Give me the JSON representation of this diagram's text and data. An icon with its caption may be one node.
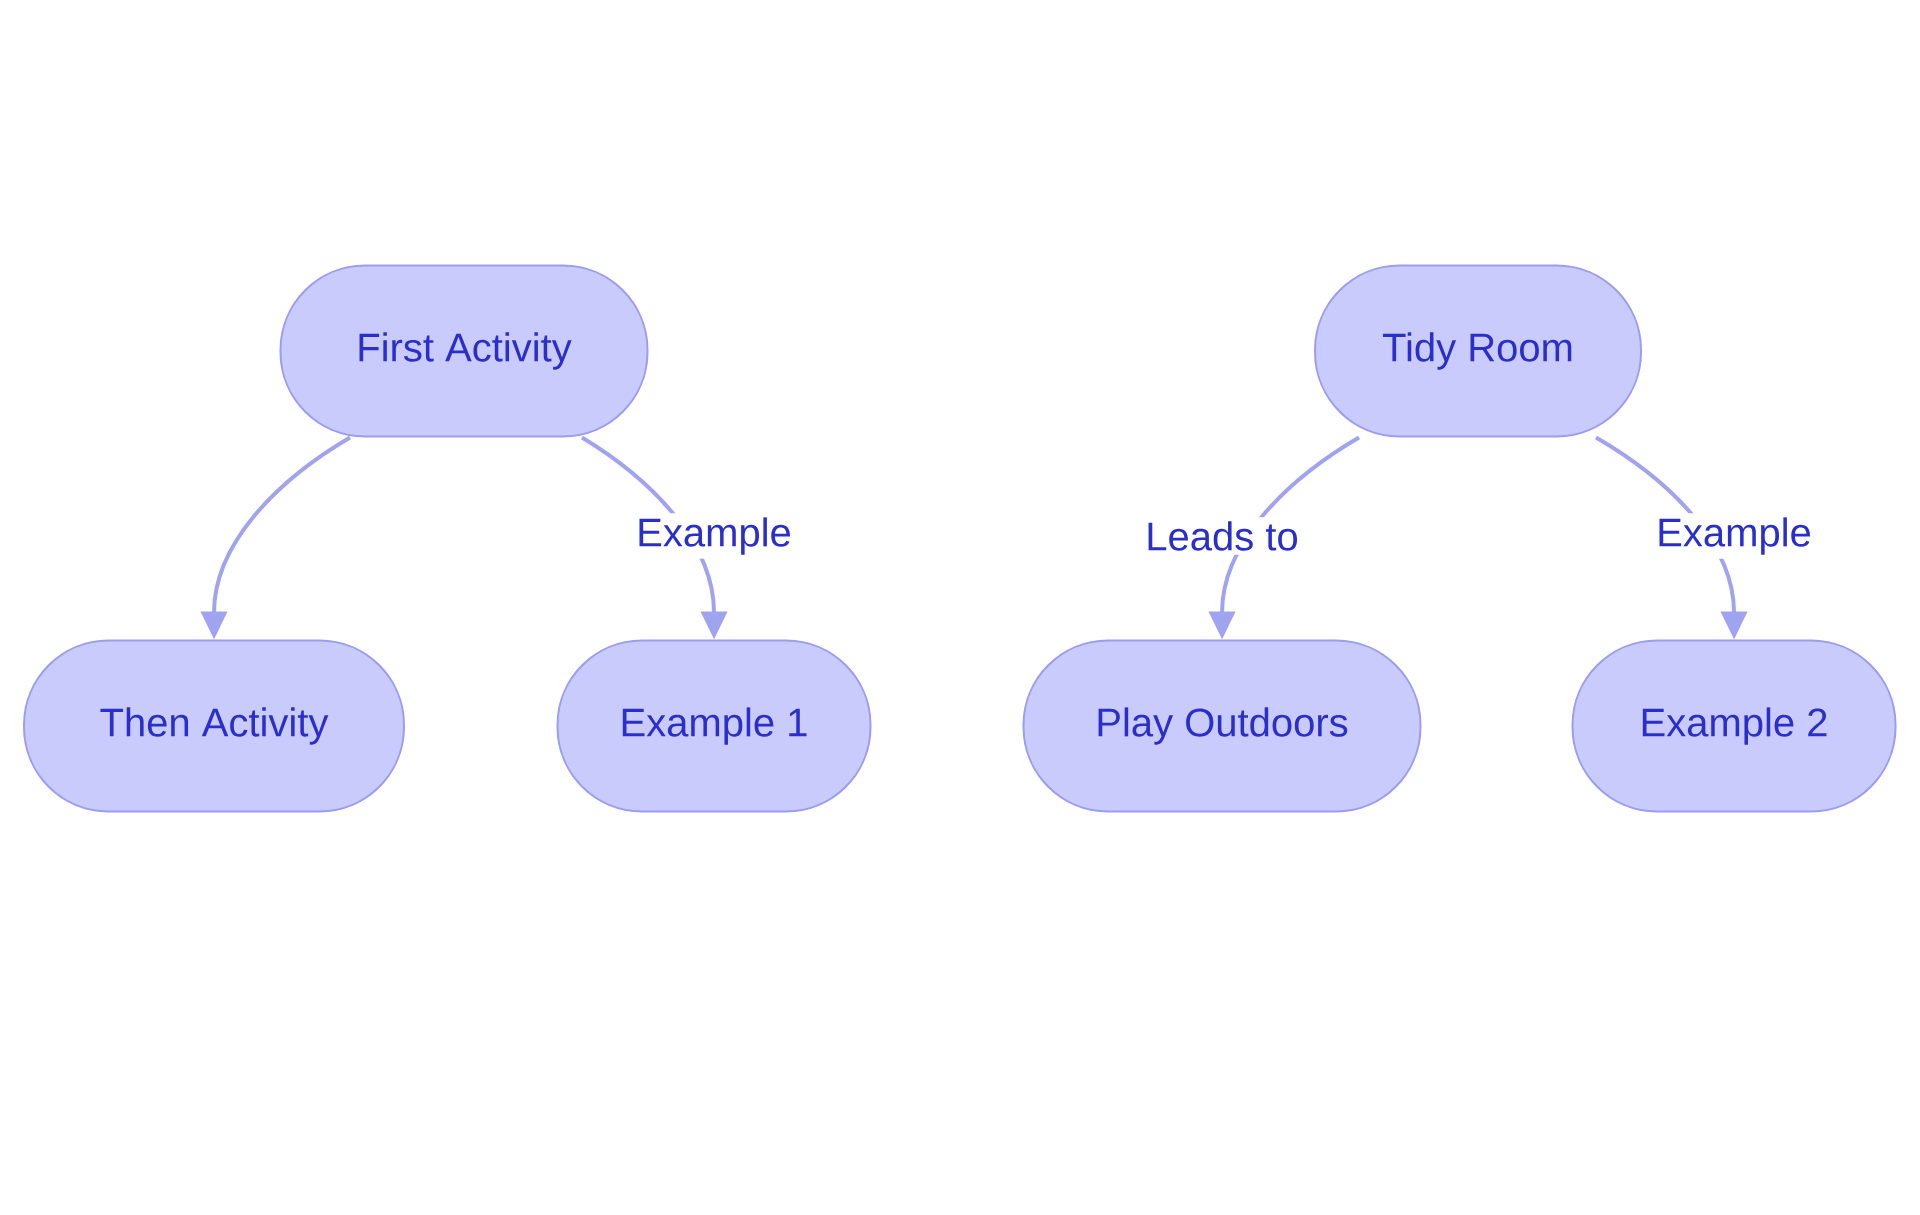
{
  "diagram": {
    "nodes": [
      {
        "text": [
          "First Activity"
        ]
      },
      {
        "text": [
          "Then Activity"
        ]
      },
      {
        "text": [
          "Example 1"
        ]
      },
      {
        "text": [
          "Tidy Room"
        ]
      },
      {
        "text": [
          "Play Outdoors"
        ]
      },
      {
        "text": [
          "Example 2"
        ]
      }
    ],
    "edges": [
      {
        "from": 0,
        "to": 1,
        "arrow": "to"
      },
      {
        "from": 0,
        "to": 2,
        "arrow": "to",
        "label": "Example"
      },
      {
        "from": 3,
        "to": 4,
        "arrow": "to",
        "label": "Leads to"
      },
      {
        "from": 3,
        "to": 5,
        "arrow": "to",
        "label": "Example"
      }
    ]
  }
}
